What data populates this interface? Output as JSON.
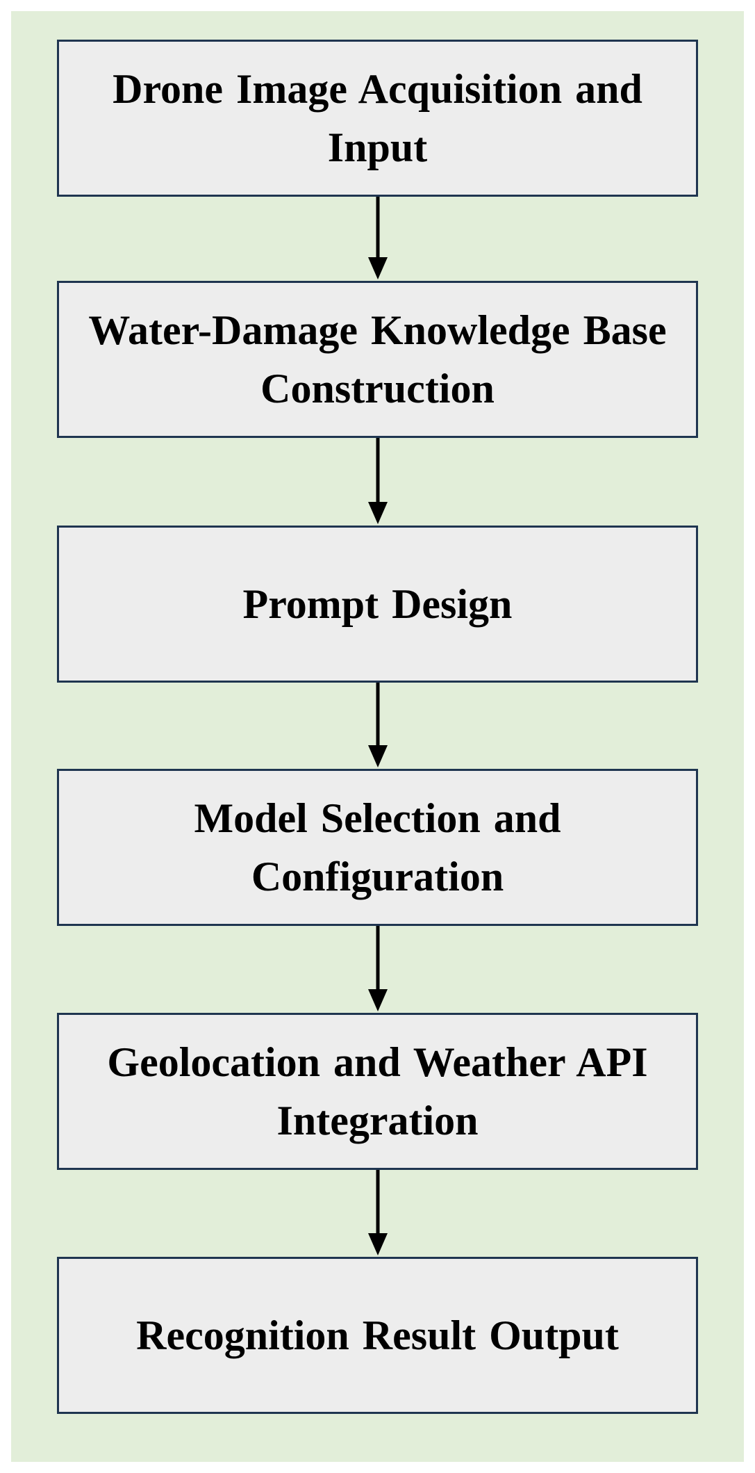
{
  "diagram": {
    "type": "vertical-flowchart",
    "colors": {
      "panel_background": "#e2eed9",
      "box_fill": "#ededed",
      "box_border": "#1f3550",
      "arrow": "#000000",
      "text": "#000000"
    },
    "steps": [
      {
        "label": "Drone Image Acquisition and Input"
      },
      {
        "label": "Water-Damage Knowledge Base Construction"
      },
      {
        "label": "Prompt Design"
      },
      {
        "label": "Model Selection and Configuration"
      },
      {
        "label": "Geolocation and Weather API Integration"
      },
      {
        "label": "Recognition Result Output"
      }
    ],
    "edges": [
      {
        "from": 0,
        "to": 1
      },
      {
        "from": 1,
        "to": 2
      },
      {
        "from": 2,
        "to": 3
      },
      {
        "from": 3,
        "to": 4
      },
      {
        "from": 4,
        "to": 5
      }
    ]
  }
}
